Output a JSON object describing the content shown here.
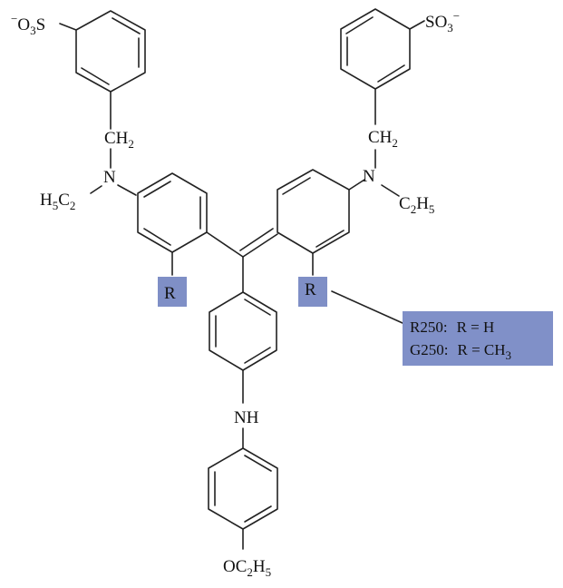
{
  "molecule": {
    "sulfonate_left": {
      "charge": "−",
      "o": "O",
      "o_sub": "3",
      "s": "S"
    },
    "sulfonate_right": {
      "so": "SO",
      "so_sub": "3",
      "charge": "−"
    },
    "ch2": {
      "ch": "CH",
      "sub": "2"
    },
    "n_label": "N",
    "ethyl_left": {
      "h": "H",
      "h_sub": "5",
      "c": "C",
      "c_sub": "2"
    },
    "ethyl_right": {
      "c": "C",
      "c_sub": "2",
      "h": "H",
      "h_sub": "5"
    },
    "r_label": "R",
    "nh_label": "NH",
    "ethoxy": {
      "oc": "OC",
      "c_sub": "2",
      "h": "H",
      "h_sub": "5"
    }
  },
  "legend": {
    "line1": {
      "name": "R250:",
      "eq": "R = H"
    },
    "line2": {
      "name": "G250:",
      "eq": "R = CH",
      "sub": "3"
    }
  },
  "colors": {
    "highlight": "#7f8fc6",
    "ink": "#222222"
  }
}
